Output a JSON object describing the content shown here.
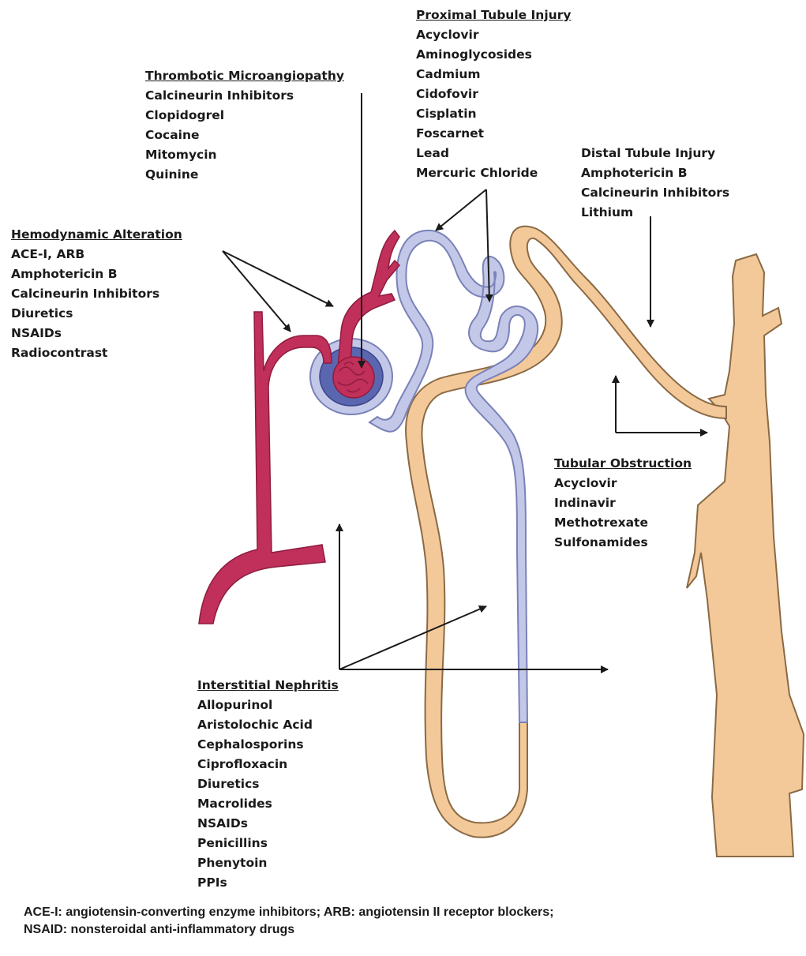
{
  "colors": {
    "vessel": "#c0305a",
    "vessel_dark": "#8e1c3e",
    "proximal_tubule": "#c3c8e8",
    "proximal_outline": "#7a82b8",
    "distal_tubule": "#f4c99a",
    "distal_outline": "#8a6a44",
    "arrow": "#1a1a1a"
  },
  "labels": {
    "proximal": {
      "heading": "Proximal Tubule Injury",
      "items": [
        "Acyclovir",
        "Aminoglycosides",
        "Cadmium",
        "Cidofovir",
        "Cisplatin",
        "Foscarnet",
        "Lead",
        "Mercuric Chloride"
      ]
    },
    "thrombotic": {
      "heading": "Thrombotic Microangiopathy",
      "items": [
        "Calcineurin Inhibitors",
        "Clopidogrel",
        "Cocaine",
        "Mitomycin",
        "Quinine"
      ]
    },
    "distal": {
      "heading": "Distal Tubule Injury",
      "items": [
        "Amphotericin B",
        "Calcineurin Inhibitors",
        "Lithium"
      ]
    },
    "hemodynamic": {
      "heading": "Hemodynamic Alteration",
      "items": [
        "ACE-I, ARB",
        "Amphotericin B",
        "Calcineurin Inhibitors",
        "Diuretics",
        "NSAIDs",
        "Radiocontrast"
      ]
    },
    "obstruction": {
      "heading": "Tubular Obstruction",
      "items": [
        "Acyclovir",
        "Indinavir",
        "Methotrexate",
        "Sulfonamides"
      ]
    },
    "interstitial": {
      "heading": "Interstitial Nephritis",
      "items": [
        "Allopurinol",
        "Aristolochic Acid",
        "Cephalosporins",
        "Ciprofloxacin",
        "Diuretics",
        "Macrolides",
        "NSAIDs",
        "Penicillins",
        "Phenytoin",
        "PPIs"
      ]
    }
  },
  "footnote": {
    "line1": "ACE-I: angiotensin-converting enzyme inhibitors; ARB: angiotensin II receptor blockers;",
    "line2": "NSAID: nonsteroidal anti-inflammatory drugs"
  }
}
